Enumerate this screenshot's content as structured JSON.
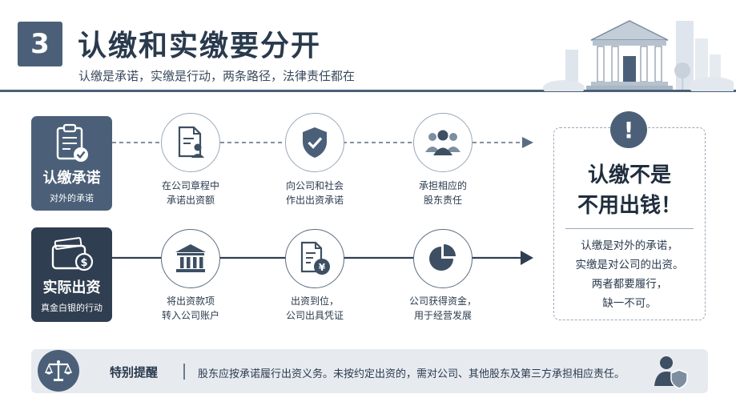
{
  "header": {
    "number": "3",
    "title": "认缴和实缴要分开",
    "subtitle": "认缴是承诺，实缴是行动，两条路径，法律责任都在"
  },
  "rows": [
    {
      "title": "认缴承诺",
      "subtitle": "对外的承诺",
      "icon": "clipboard-check-icon",
      "line_style": "dashed",
      "steps": [
        {
          "icon": "document-person-icon",
          "lines": [
            "在公司章程中",
            "承诺出资额"
          ]
        },
        {
          "icon": "shield-check-icon",
          "lines": [
            "向公司和社会",
            "作出出资承诺"
          ]
        },
        {
          "icon": "people-group-icon",
          "lines": [
            "承担相应的",
            "股东责任"
          ]
        }
      ]
    },
    {
      "title": "实际出资",
      "subtitle": "真金白银的行动",
      "icon": "wallet-coin-icon",
      "line_style": "solid",
      "steps": [
        {
          "icon": "bank-icon",
          "lines": [
            "将出资款项",
            "转入公司账户"
          ]
        },
        {
          "icon": "document-yuan-icon",
          "lines": [
            "出资到位，",
            "公司出具凭证"
          ]
        },
        {
          "icon": "pie-chart-icon",
          "lines": [
            "公司获得资金，",
            "用于经营发展"
          ]
        }
      ]
    }
  ],
  "callout": {
    "icon": "!",
    "headline": [
      "认缴不是",
      "不用出钱！"
    ],
    "body": [
      "认缴是对外的承诺，",
      "实缴是对公司的出资。",
      "两者都要履行，",
      "缺一不可。"
    ]
  },
  "reminder": {
    "label": "特别提醒",
    "text": "股东应按承诺履行出资义务。未按约定出资的，需对公司、其他股东及第三方承担相应责任。",
    "left_icon": "scales-icon",
    "right_icon": "user-shield-icon"
  },
  "colors": {
    "primary": "#4b6078",
    "dark": "#2f3e50",
    "line": "#5a6c80",
    "light_bg": "#e7ebf0"
  }
}
